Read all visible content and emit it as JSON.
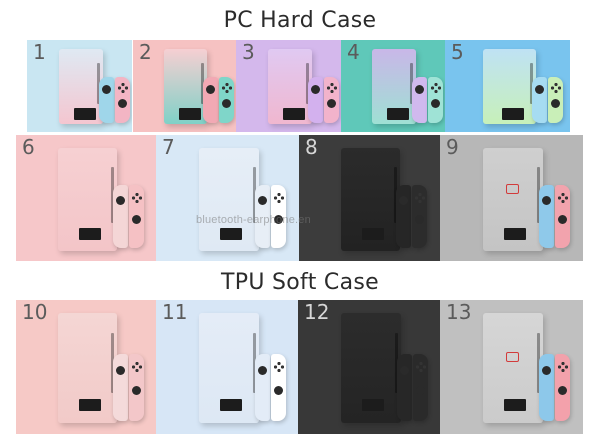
{
  "sections": {
    "hard_title": "PC Hard Case",
    "soft_title": "TPU Soft Case"
  },
  "tiles": [
    {
      "number": "1",
      "bg": "#c9e6f2",
      "shell_top": "#dfe9f3",
      "shell_bottom": "#f4c6d0",
      "joy_left": "#9fd6ea",
      "joy_right": "#f3b5c4"
    },
    {
      "number": "2",
      "bg": "#f6c2c2",
      "shell_top": "#f6cfd2",
      "shell_bottom": "#7fd1c7",
      "joy_left": "#f2a9b4",
      "joy_right": "#7fd6c9"
    },
    {
      "number": "3",
      "bg": "#d4b8ec",
      "shell_top": "#e0c9f2",
      "shell_bottom": "#f0b7cf",
      "joy_left": "#d3b1ee",
      "joy_right": "#f2b3cb"
    },
    {
      "number": "4",
      "bg": "#5fc8b9",
      "shell_top": "#c9b7e8",
      "shell_bottom": "#9fe0d4",
      "joy_left": "#d0b9ee",
      "joy_right": "#9fe3d6"
    },
    {
      "number": "5",
      "bg": "#79c4ee",
      "shell_top": "#bfe2f4",
      "shell_bottom": "#c7f0b9",
      "joy_left": "#a6dcf2",
      "joy_right": "#c9efb8"
    },
    {
      "number": "6",
      "bg": "#f6c7c9",
      "shell_top": "#f6d0d2",
      "shell_bottom": "#f3c5c8",
      "joy_left": "#f4d6d6",
      "joy_right": "#f5c1c4"
    },
    {
      "number": "7",
      "bg": "#d8e8f6",
      "shell_top": "#e6eef7",
      "shell_bottom": "#dfe9f4",
      "joy_left": "#e7eef6",
      "joy_right": "#ffffff"
    },
    {
      "number": "8",
      "bg": "#3c3c3c",
      "shell_top": "#2b2b2b",
      "shell_bottom": "#222222",
      "joy_left": "#262626",
      "joy_right": "#2c2c2c"
    },
    {
      "number": "9",
      "bg": "#b7b7b7",
      "shell_top": "#cfcfcf",
      "shell_bottom": "#c4c4c4",
      "joy_left": "#8fc9ea",
      "joy_right": "#f2a3ad"
    },
    {
      "number": "10",
      "bg": "#f6c9c6",
      "shell_top": "#f4d6d4",
      "shell_bottom": "#f2cac8",
      "joy_left": "#f4dada",
      "joy_right": "#f3c7c9"
    },
    {
      "number": "11",
      "bg": "#d7e6f6",
      "shell_top": "#e4ecf7",
      "shell_bottom": "#dde8f4",
      "joy_left": "#e3ecf7",
      "joy_right": "#ffffff"
    },
    {
      "number": "12",
      "bg": "#383838",
      "shell_top": "#2c2c2c",
      "shell_bottom": "#242424",
      "joy_left": "#272727",
      "joy_right": "#2a2a2a"
    },
    {
      "number": "13",
      "bg": "#c0c0c0",
      "shell_top": "#d6d6d6",
      "shell_bottom": "#cbcbcb",
      "joy_left": "#8dc8ea",
      "joy_right": "#f3a1ab"
    }
  ],
  "watermark": "bluetooth-earphone.en"
}
